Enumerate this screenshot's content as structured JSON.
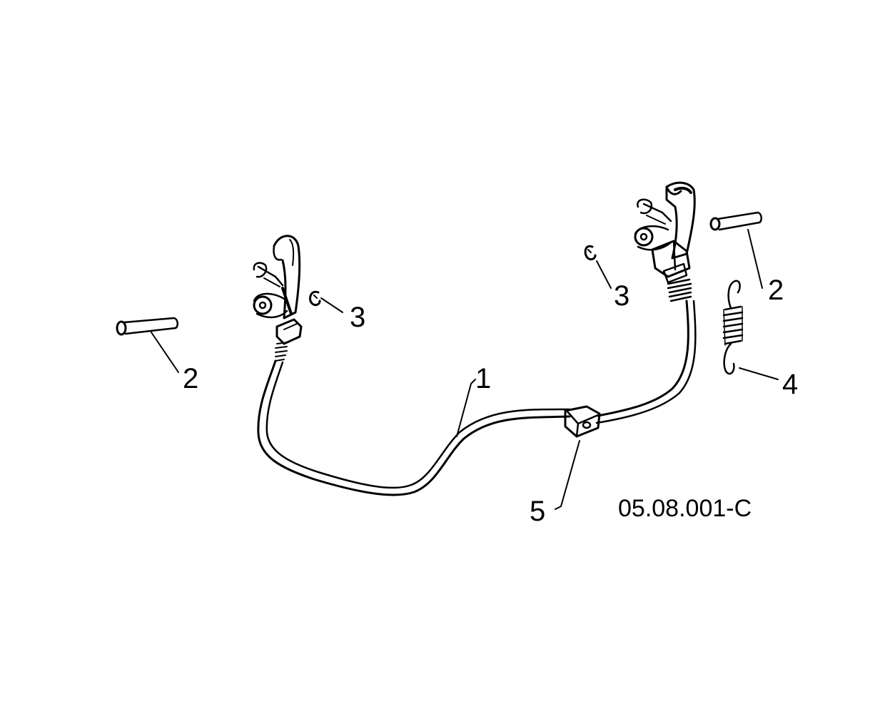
{
  "diagram": {
    "reference_code": "05.08.001-C",
    "callouts": [
      {
        "id": "c1",
        "label": "1",
        "part": "cable"
      },
      {
        "id": "c2a",
        "label": "2",
        "part": "pin-left"
      },
      {
        "id": "c2b",
        "label": "2",
        "part": "pin-right"
      },
      {
        "id": "c3a",
        "label": "3",
        "part": "clip-left"
      },
      {
        "id": "c3b",
        "label": "3",
        "part": "clip-right"
      },
      {
        "id": "c4",
        "label": "4",
        "part": "spring"
      },
      {
        "id": "c5",
        "label": "5",
        "part": "cable-clamp"
      }
    ]
  }
}
